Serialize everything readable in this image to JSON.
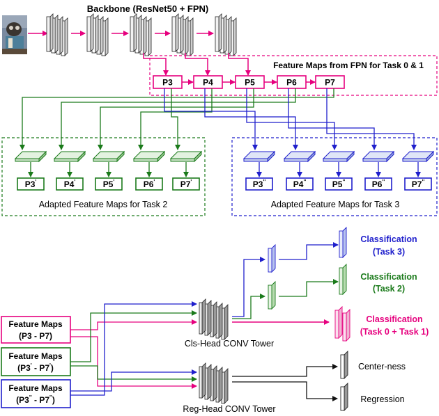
{
  "title": "Backbone (ResNet50 + FPN)",
  "fpn_box_label": "Feature Maps from FPN for Task 0 & 1",
  "fpn_levels": [
    "P3",
    "P4",
    "P5",
    "P6",
    "P7"
  ],
  "task2": {
    "labels": [
      "P3",
      "P4",
      "P5",
      "P6",
      "P7"
    ],
    "prime": "'",
    "caption": "Adapted Feature Maps for Task 2"
  },
  "task3": {
    "labels": [
      "P3",
      "P4",
      "P5",
      "P6",
      "P7"
    ],
    "prime": "''",
    "caption": "Adapted Feature Maps for Task 3"
  },
  "inputs": {
    "a_line1": "Feature Maps",
    "a_line2": "(P3 - P7)",
    "b_line1": "Feature Maps",
    "b_line2a": "(P3",
    "b_sep": " - P7",
    "b_close": ")",
    "c_line1": "Feature Maps",
    "c_line2a": "(P3",
    "c_sep": " - P7",
    "c_close": ")"
  },
  "towers": {
    "cls": "Cls-Head CONV Tower",
    "reg": "Reg-Head CONV Tower"
  },
  "outputs": {
    "cls_task3_l1": "Classification",
    "cls_task3_l2": "(Task 3)",
    "cls_task2_l1": "Classification",
    "cls_task2_l2": "(Task 2)",
    "cls_task01_l1": "Classification",
    "cls_task01_l2": "(Task 0 + Task 1)",
    "centerness": "Center-ness",
    "regression": "Regression"
  },
  "colors": {
    "magenta": "#e6007e",
    "green": "#1a7a1a",
    "blue": "#1f1fcc",
    "dark": "#111111"
  }
}
